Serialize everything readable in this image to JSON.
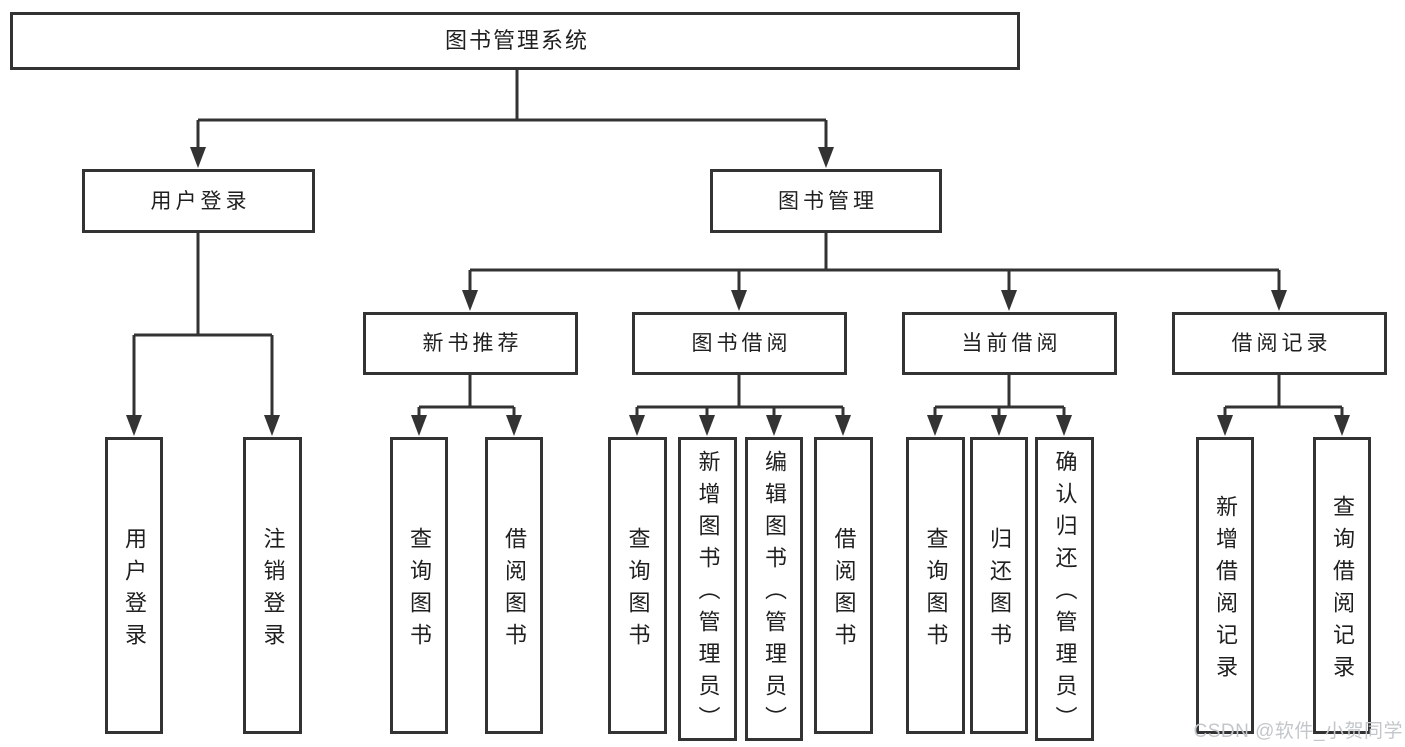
{
  "tree": {
    "root": "图书管理系统",
    "branches": [
      {
        "label": "用户登录",
        "children": [
          "用户登录",
          "注销登录"
        ]
      },
      {
        "label": "图书管理",
        "groups": [
          {
            "label": "新书推荐",
            "children": [
              "查询图书",
              "借阅图书"
            ]
          },
          {
            "label": "图书借阅",
            "children": [
              "查询图书",
              "新增图书（管理员）",
              "编辑图书（管理员）",
              "借阅图书"
            ]
          },
          {
            "label": "当前借阅",
            "children": [
              "查询图书",
              "归还图书",
              "确认归还（管理员）"
            ]
          },
          {
            "label": "借阅记录",
            "children": [
              "新增借阅记录",
              "查询借阅记录"
            ]
          }
        ]
      }
    ]
  },
  "watermark": "CSDN @软件_小贺同学",
  "colors": {
    "line": "#333333",
    "text": "#1f1f1f",
    "watermark": "#c3c7cb",
    "background": "#ffffff"
  }
}
